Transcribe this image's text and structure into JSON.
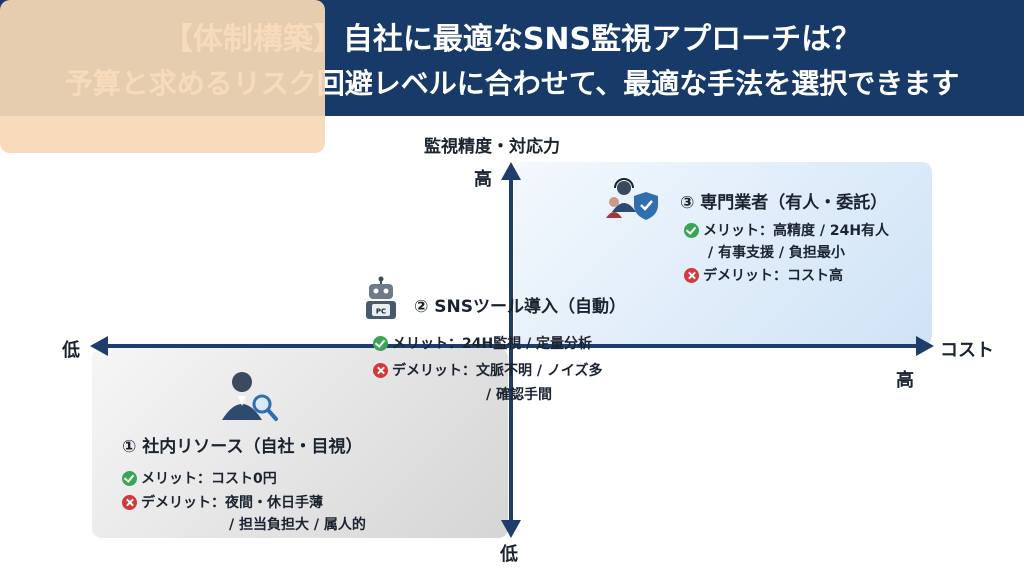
{
  "header": {
    "title": "【体制構築】自社に最適なSNS監視アプローチは？",
    "subtitle": "予算と求めるリスク回避レベルに合わせて、最適な手法を選択できます"
  },
  "axes": {
    "y_label": "監視精度・対応力",
    "y_high": "高",
    "y_low": "低",
    "x_label": "コスト",
    "x_high": "高",
    "x_low": "低"
  },
  "options": [
    {
      "title": "① 社内リソース（自社・目視）",
      "merit": "メリット：コスト0円",
      "demerit": "デメリット：夜間・休日手薄",
      "demerit_cont": "/ 担当負担大 / 属人的",
      "icon": "person-magnifier-icon"
    },
    {
      "title": "② SNSツール導入（自動）",
      "merit": "メリット：24H監視 / 定量分析",
      "demerit": "デメリット：文脈不明 / ノイズ多",
      "demerit_cont": "/ 確認手間",
      "icon": "robot-pc-icon",
      "icon_text": "PC"
    },
    {
      "title": "③ 専門業者（有人・委託）",
      "merit": "メリット：高精度 / 24H有人",
      "merit_cont": "/ 有事支援 / 負担最小",
      "demerit": "デメリット：コスト高",
      "icon": "operators-shield-icon"
    }
  ],
  "colors": {
    "header_bg": "#173a69",
    "axis": "#1f3d6b",
    "merit_icon": "#3aa655",
    "demerit_icon": "#d23a3a",
    "quadrant_high": "#cfe3f6",
    "quadrant_low": "#d5d5d5",
    "quadrant_mid": "#f8d8b6"
  }
}
